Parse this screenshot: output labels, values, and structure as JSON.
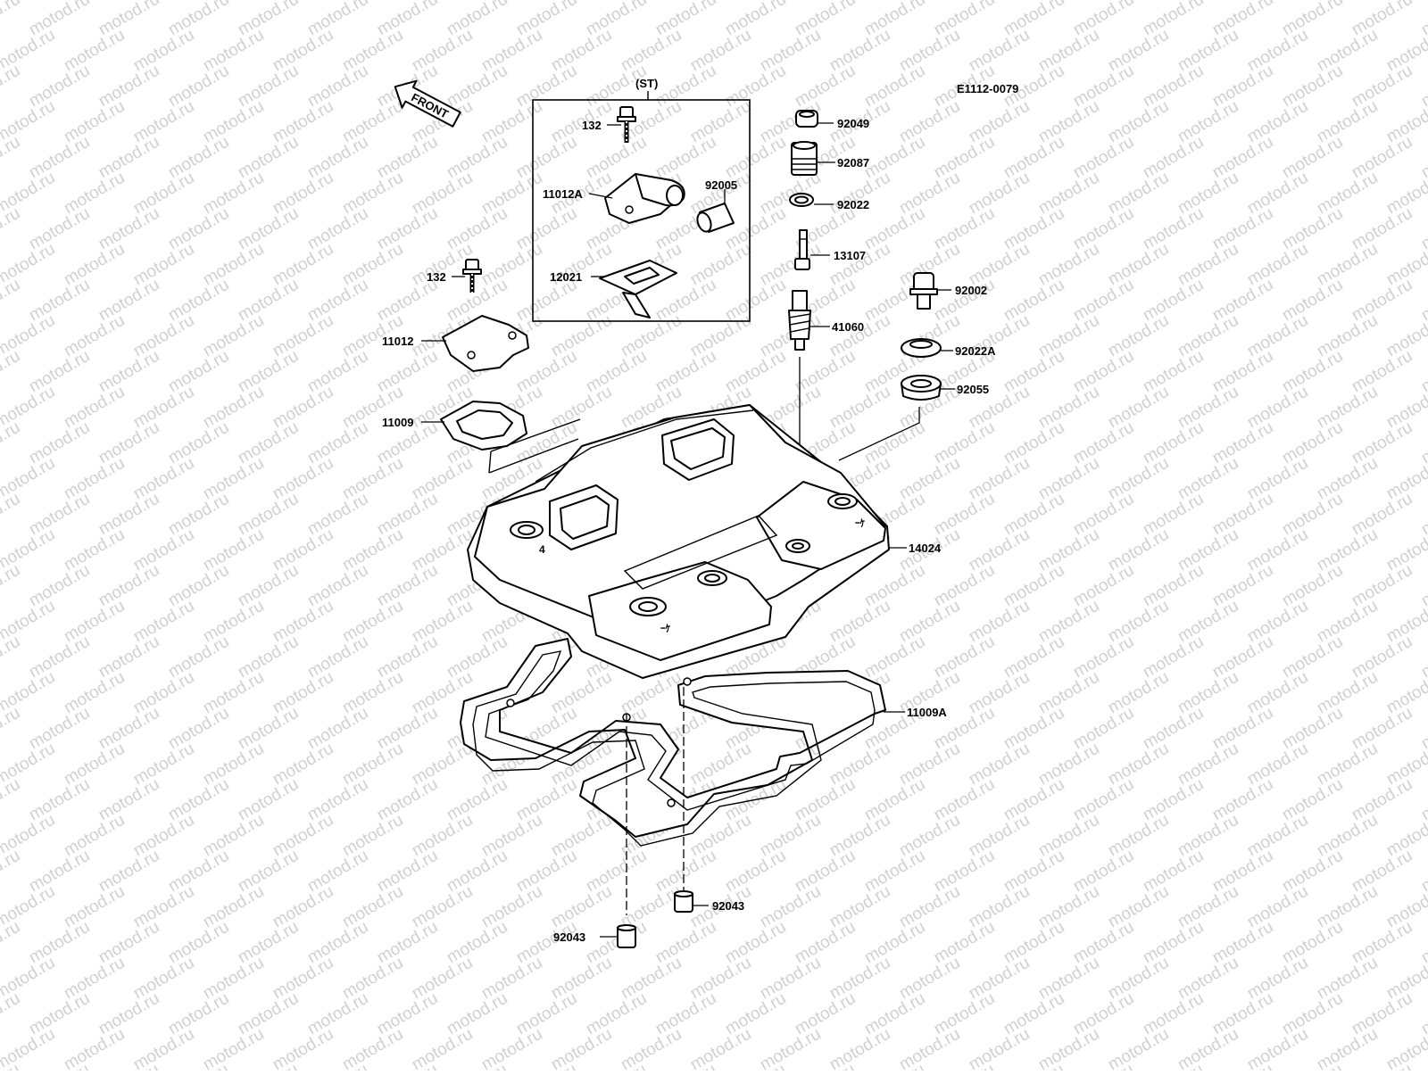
{
  "diagram": {
    "code": "E1112-0079",
    "front_label": "FRONT",
    "set_label": "(ST)",
    "watermark": "motod.ru",
    "labels": {
      "p132_top": "132",
      "p11012A": "11012A",
      "p92005": "92005",
      "p12021": "12021",
      "p132_left": "132",
      "p11012": "11012",
      "p11009": "11009",
      "p92049": "92049",
      "p92087": "92087",
      "p92022": "92022",
      "p13107": "13107",
      "p92002": "92002",
      "p41060": "41060",
      "p92022A": "92022A",
      "p92055": "92055",
      "p14024": "14024",
      "p11009A": "11009A",
      "p92043_right": "92043",
      "p92043_left": "92043"
    }
  }
}
